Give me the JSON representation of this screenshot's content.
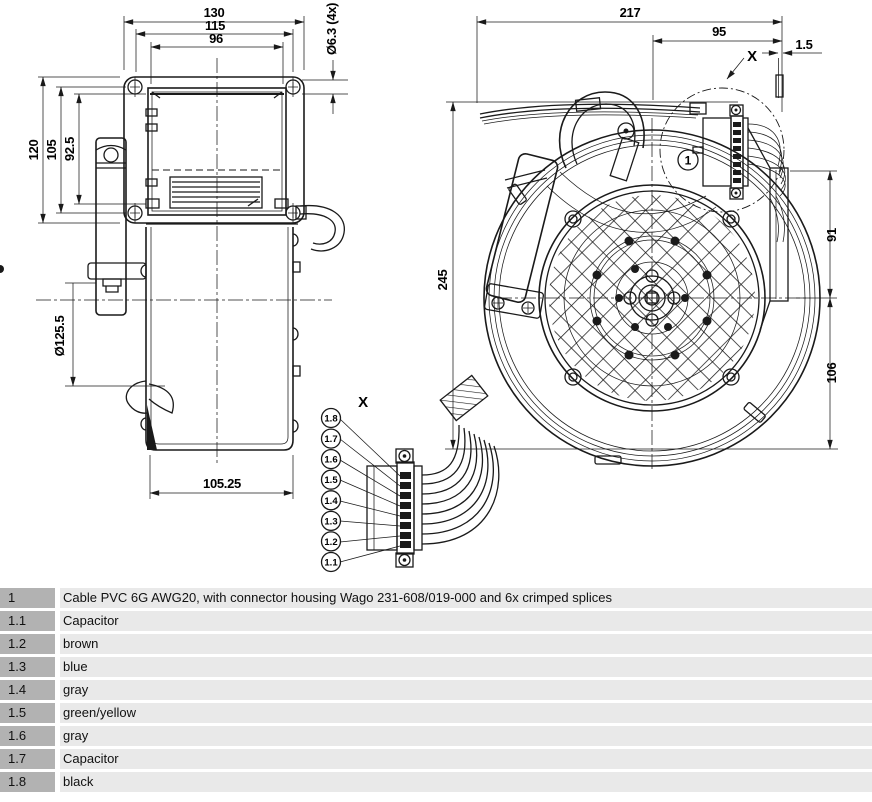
{
  "drawing": {
    "type": "technical-drawing-centrifugal-blower",
    "dims": {
      "d130": "130",
      "d115": "115",
      "d96": "96",
      "d63": "Ø6.3 (4x)",
      "d120": "120",
      "d105": "105",
      "d925": "92.5",
      "d1255": "Ø125.5",
      "d10525": "105.25",
      "d217": "217",
      "d95": "95",
      "d15": "1.5",
      "d245": "245",
      "d91": "91",
      "d106": "106"
    },
    "detail": {
      "view_label": "X",
      "pointer_label": "X",
      "balloon": "1",
      "callouts": [
        "1.8",
        "1.7",
        "1.6",
        "1.5",
        "1.4",
        "1.3",
        "1.2",
        "1.1"
      ]
    }
  },
  "table": {
    "rows": [
      {
        "id": "1",
        "desc": "Cable PVC 6G AWG20, with connector housing Wago 231-608/019-000 and 6x crimped splices"
      },
      {
        "id": "1.1",
        "desc": "Capacitor"
      },
      {
        "id": "1.2",
        "desc": "brown"
      },
      {
        "id": "1.3",
        "desc": "blue"
      },
      {
        "id": "1.4",
        "desc": "gray"
      },
      {
        "id": "1.5",
        "desc": "green/yellow"
      },
      {
        "id": "1.6",
        "desc": "gray"
      },
      {
        "id": "1.7",
        "desc": "Capacitor"
      },
      {
        "id": "1.8",
        "desc": "black"
      }
    ]
  }
}
